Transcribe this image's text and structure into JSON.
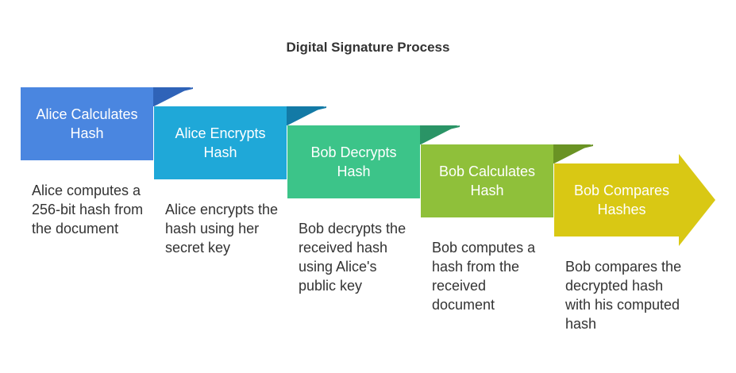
{
  "title": "Digital Signature Process",
  "steps": [
    {
      "label": "Alice Calculates Hash",
      "description": "Alice computes a 256-bit hash from the document",
      "color": "#4a86e0",
      "fold_color": "#2f63b8"
    },
    {
      "label": "Alice Encrypts Hash",
      "description": "Alice encrypts the hash using her secret key",
      "color": "#1fa8d8",
      "fold_color": "#137aa6"
    },
    {
      "label": "Bob Decrypts Hash",
      "description": "Bob decrypts the received hash using Alice's public key",
      "color": "#3cc489",
      "fold_color": "#2a9466"
    },
    {
      "label": "Bob Calculates Hash",
      "description": "Bob computes a hash from the received document",
      "color": "#8fc03a",
      "fold_color": "#6a9324"
    },
    {
      "label": "Bob Compares Hashes",
      "description": "Bob compares the decrypted hash with his computed hash",
      "color": "#d9c814",
      "fold_color": "#a89a05"
    }
  ]
}
